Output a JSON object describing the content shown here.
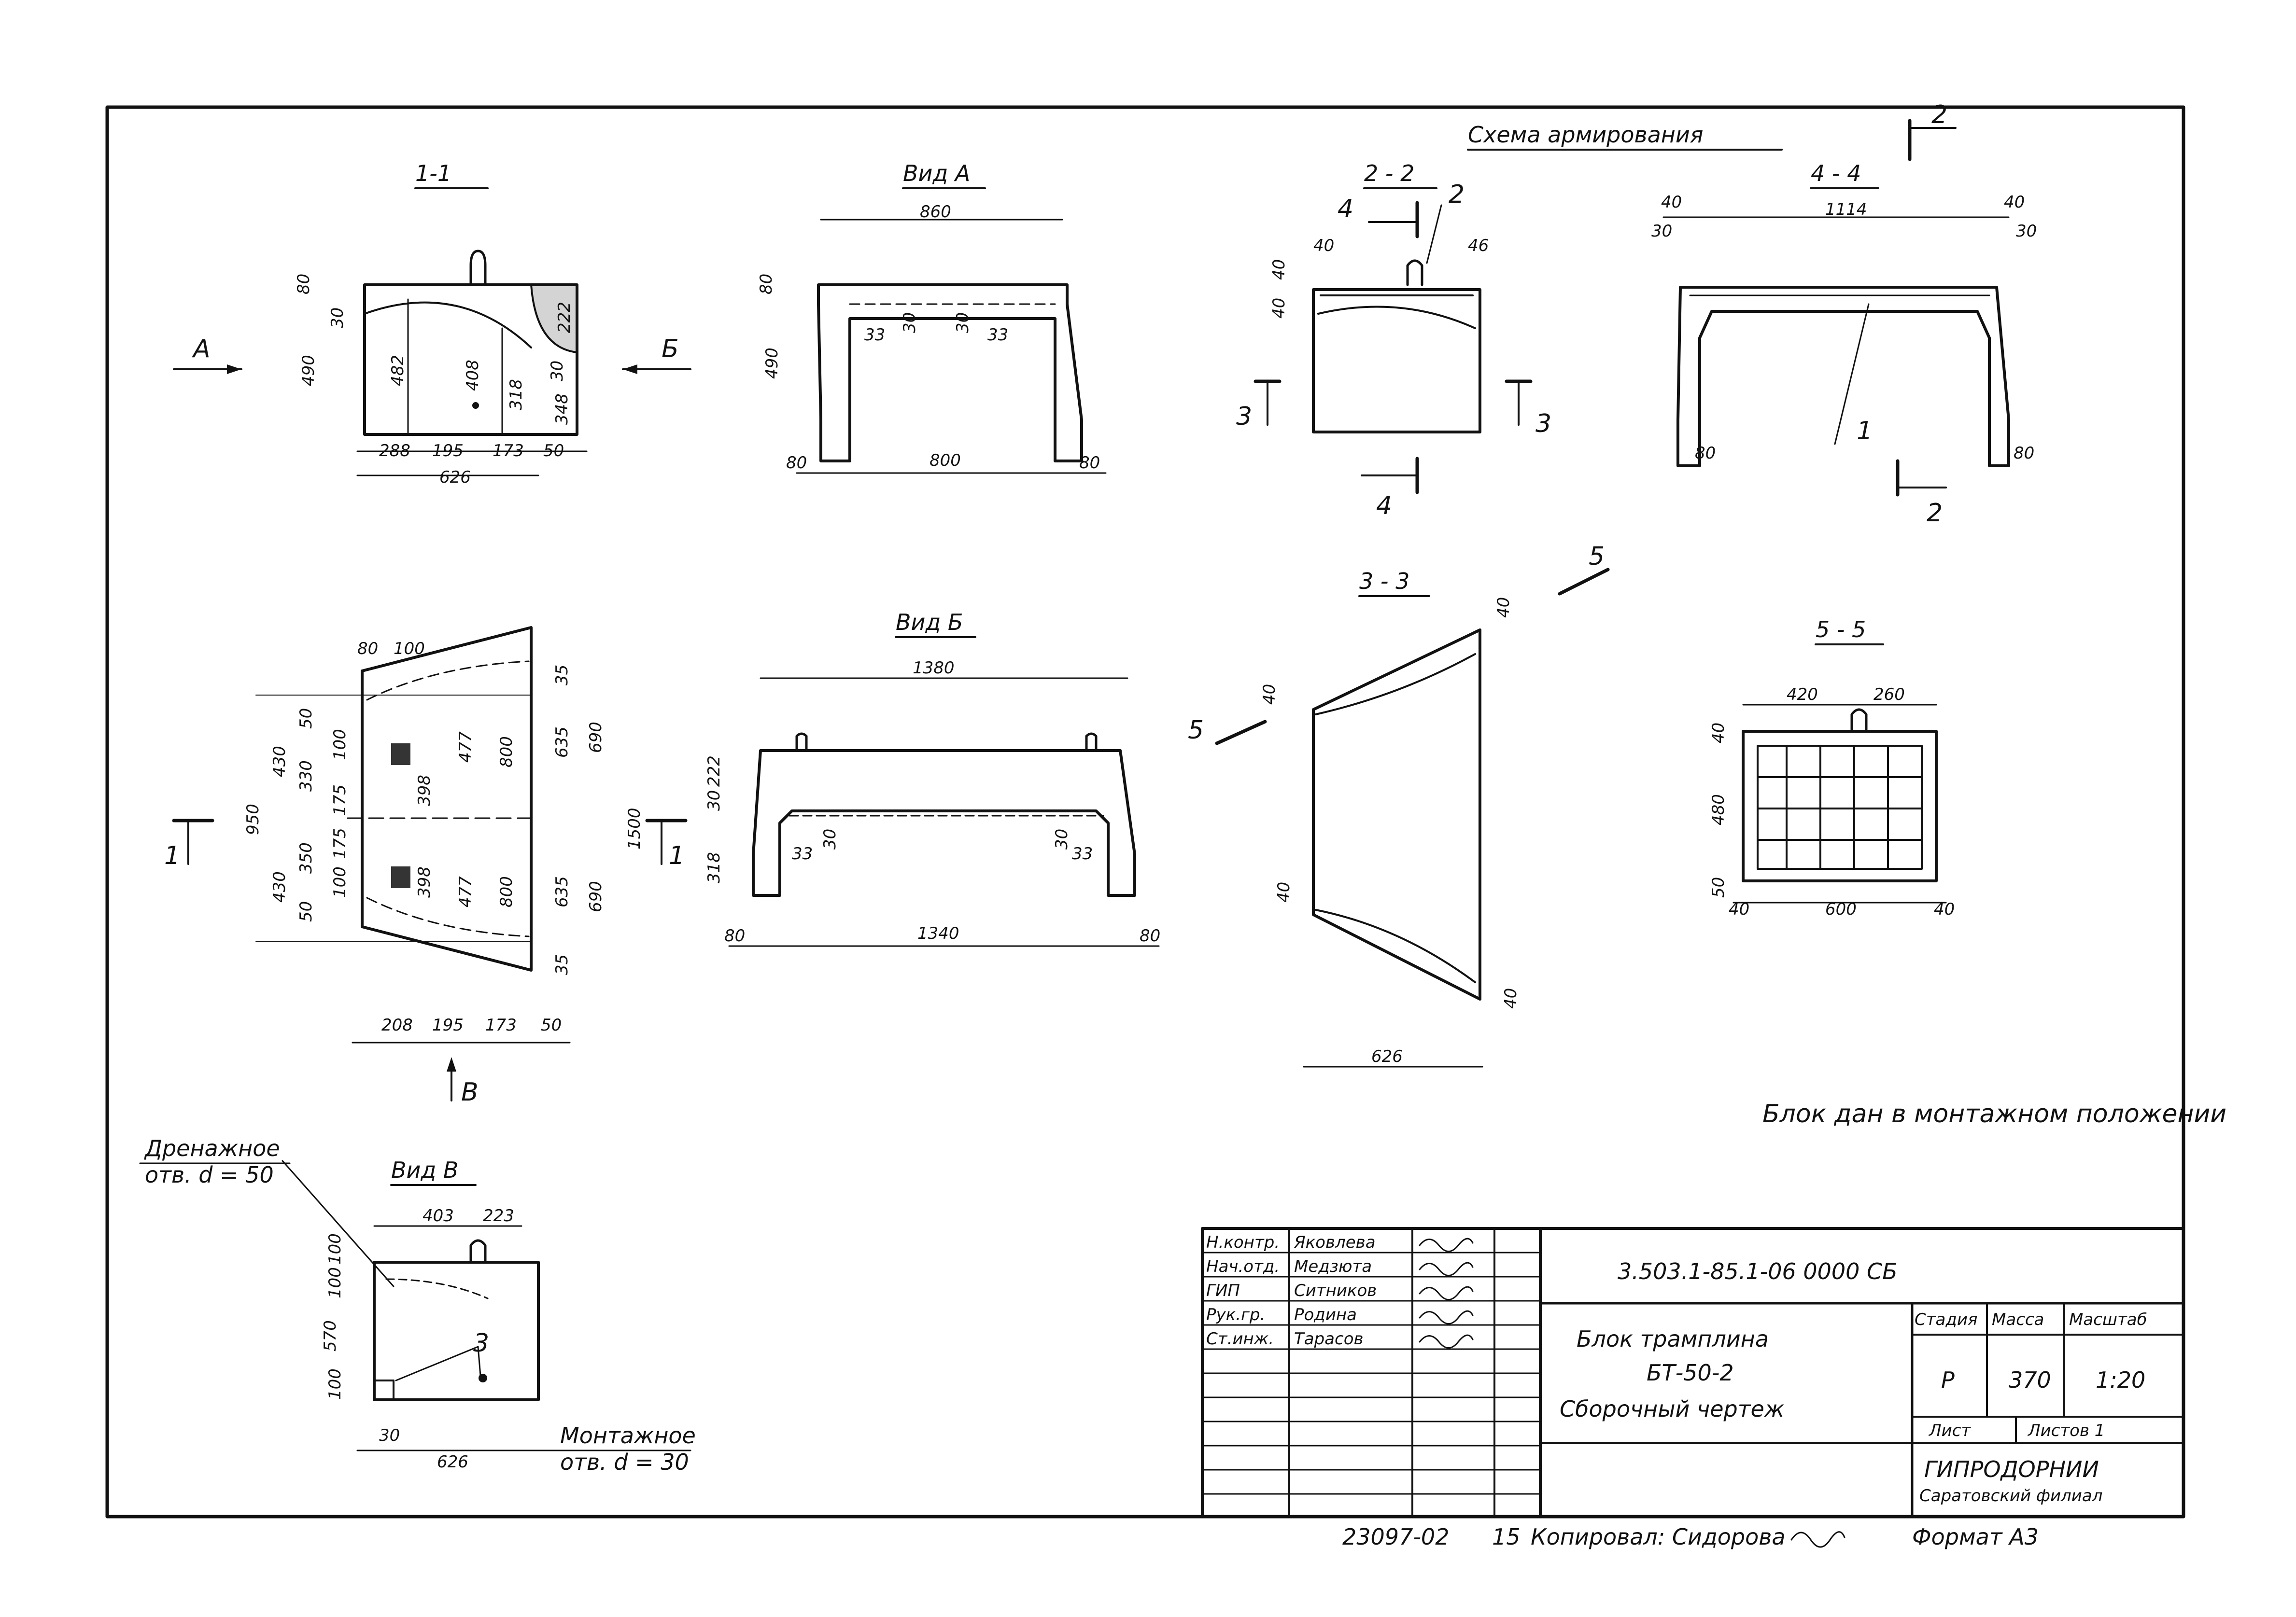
{
  "scheme_title": "Схема армирования",
  "views": {
    "s11": "1-1",
    "vidA": "Вид А",
    "s22": "2 - 2",
    "s44": "4 - 4",
    "vidB": "Вид Б",
    "s33": "3 - 3",
    "s55": "5 - 5",
    "vidV": "Вид В"
  },
  "marks": {
    "A": "А",
    "B": "Б",
    "V": "В",
    "n1": "1",
    "n2": "2",
    "n3": "3",
    "n4": "4",
    "n5": "5"
  },
  "dims": {
    "d80": "80",
    "d30": "30",
    "d490": "490",
    "d482": "482",
    "d408": "408",
    "d318": "318",
    "d222": "222",
    "d348": "348",
    "d288": "288",
    "d195": "195",
    "d173": "173",
    "d50": "50",
    "d626": "626",
    "d860": "860",
    "d33": "33",
    "d800": "800",
    "d40": "40",
    "d46": "46",
    "d1114": "1114",
    "d100": "100",
    "d208": "208",
    "d430": "430",
    "d330": "330",
    "d350": "350",
    "d175": "175",
    "d398": "398",
    "d477": "477",
    "d35": "35",
    "d635": "635",
    "d690": "690",
    "d950": "950",
    "d1500": "1500",
    "d1380": "1380",
    "d1340": "1340",
    "d420": "420",
    "d260": "260",
    "d480": "480",
    "d600": "600",
    "d403": "403",
    "d223": "223",
    "d570": "570"
  },
  "notes": {
    "mount": "Блок дан в монтажном положении",
    "drain": "Дренажное",
    "drain2": "отв. d = 50",
    "mounting_hole": "Монтажное",
    "mounting_hole2": "отв. d = 30"
  },
  "title_block": {
    "roles": [
      "Н.контр.",
      "Нач.отд.",
      "ГИП",
      "Рук.гр.",
      "Ст.инж."
    ],
    "names": [
      "Яковлева",
      "Медзюта",
      "Ситников",
      "Родина",
      "Тарасов"
    ],
    "doc_code": "3.503.1-85.1-06 0000 СБ",
    "name1": "Блок трамплина",
    "name2": "БТ-50-2",
    "name3": "Сборочный чертеж",
    "stage_h": "Стадия",
    "mass_h": "Масса",
    "scale_h": "Масштаб",
    "stage": "Р",
    "mass": "370",
    "scale": "1:20",
    "sheet_h": "Лист",
    "sheets_h": "Листов 1",
    "org1": "ГИПРОДОРНИИ",
    "org2": "Саратовский филиал"
  },
  "footer": {
    "inv": "23097-02",
    "page": "15",
    "copied": "Копировал: Сидорова",
    "format": "Формат А3"
  }
}
